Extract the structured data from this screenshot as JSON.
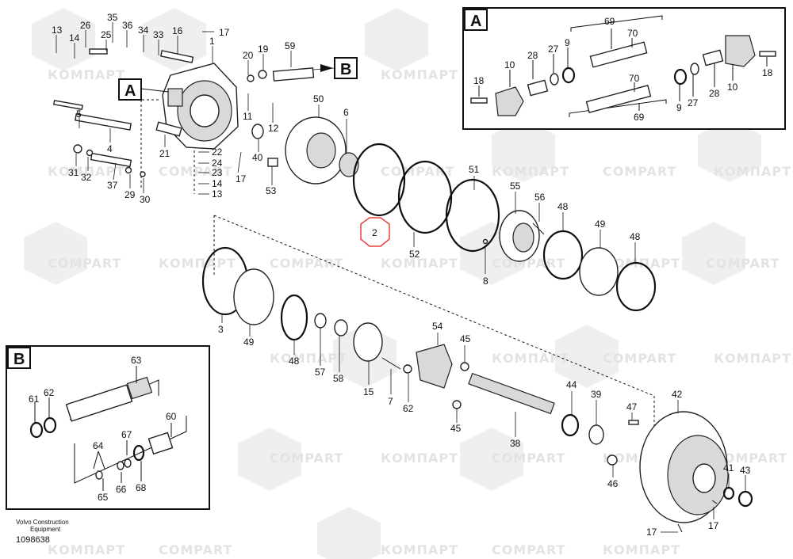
{
  "watermarks": {
    "latin": "COMPART",
    "cyrillic": "КОМПАРТ"
  },
  "callouts": {
    "A": "A",
    "B": "B"
  },
  "footer": {
    "line1": "Volvo Construction",
    "line2": "Equipment",
    "number": "1098638"
  },
  "highlight_color": "#e8413a",
  "main_labels": [
    "13",
    "14",
    "26",
    "25",
    "35",
    "36",
    "34",
    "33",
    "16",
    "17",
    "1",
    "20",
    "19",
    "59",
    "5",
    "4",
    "31",
    "32",
    "37",
    "29",
    "30",
    "21",
    "22",
    "24",
    "23",
    "14",
    "13",
    "17",
    "11",
    "12",
    "50",
    "6",
    "40",
    "53",
    "2",
    "51",
    "55",
    "56",
    "48",
    "49",
    "48",
    "52",
    "8",
    "3",
    "49",
    "48",
    "57",
    "58",
    "15",
    "7",
    "62",
    "54",
    "45",
    "45",
    "38",
    "44",
    "39",
    "42",
    "47",
    "46",
    "41",
    "43",
    "17",
    "17"
  ],
  "inset_a_labels": [
    "69",
    "70",
    "9",
    "27",
    "28",
    "10",
    "18",
    "10",
    "28",
    "27",
    "9",
    "70",
    "69",
    "18"
  ],
  "inset_b_labels": [
    "63",
    "61",
    "62",
    "60",
    "64",
    "67",
    "65",
    "66",
    "68"
  ]
}
